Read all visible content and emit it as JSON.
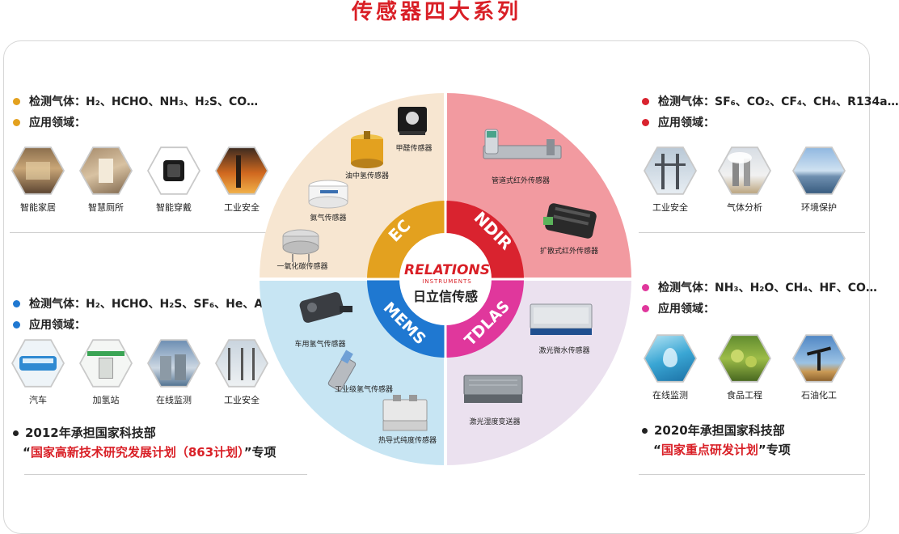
{
  "page": {
    "title": "传感器四大系列"
  },
  "center": {
    "logo_line1": "RELATIONS",
    "logo_line2": "INSTRUMENTS",
    "brand": "日立信传感"
  },
  "segments": {
    "ec": "EC",
    "ndir": "NDIR",
    "mems": "MEMS",
    "tdlas": "TDLAS"
  },
  "sensors": {
    "ec": [
      "甲醛传感器",
      "油中氢传感器",
      "氨气传感器",
      "一氧化碳传感器"
    ],
    "ndir": [
      "管道式红外传感器",
      "扩散式红外传感器"
    ],
    "mems": [
      "车用氢气传感器",
      "工业级氢气传感器",
      "热导式纯度传感器"
    ],
    "tdlas": [
      "激光微水传感器",
      "激光湿度变送器"
    ]
  },
  "panels": {
    "ec": {
      "color": "#e3a11f",
      "gases": "检测气体：H₂、HCHO、NH₃、H₂S、CO…",
      "field_label": "应用领域：",
      "apps": [
        "智能家居",
        "智慧厕所",
        "智能穿戴",
        "工业安全"
      ]
    },
    "ndir": {
      "color": "#d9232f",
      "gases": "检测气体：SF₆、CO₂、CF₄、CH₄、R134a…",
      "field_label": "应用领域：",
      "apps": [
        "工业安全",
        "气体分析",
        "环境保护"
      ]
    },
    "mems": {
      "color": "#1f78d1",
      "gases": "检测气体：H₂、HCHO、H₂S、SF₆、He、Ar…",
      "field_label": "应用领域：",
      "apps": [
        "汽车",
        "加氢站",
        "在线监测",
        "工业安全"
      ]
    },
    "tdlas": {
      "color": "#e0379c",
      "gases": "检测气体：NH₃、H₂O、CH₄、HF、CO…",
      "field_label": "应用领域：",
      "apps": [
        "在线监测",
        "食品工程",
        "石油化工"
      ]
    }
  },
  "milestones": {
    "left_line1": "2012年承担国家科技部",
    "left_quote_open": "“",
    "left_highlight": "国家高新技术研究发展计划（863计划）",
    "left_quote_close": "”专项",
    "right_line1": "2020年承担国家科技部",
    "right_quote_open": "“",
    "right_highlight": "国家重点研发计划",
    "right_quote_close": "”专项"
  },
  "colors": {
    "title": "#d91f26",
    "ec": "#e3a11f",
    "ndir": "#d9232f",
    "mems": "#1f78d1",
    "tdlas": "#e0379c"
  }
}
